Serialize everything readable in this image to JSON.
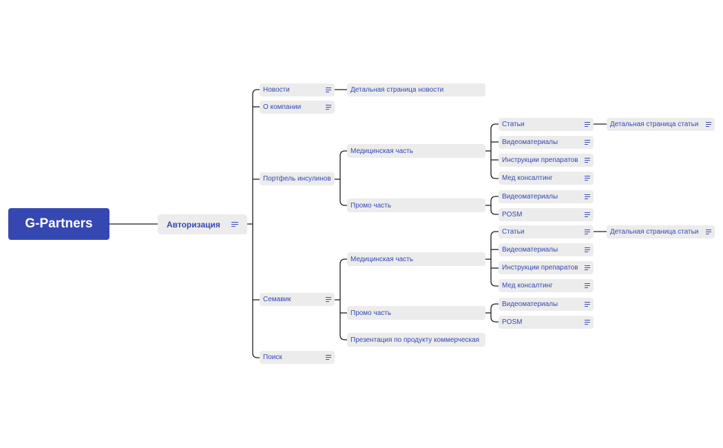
{
  "root": {
    "label": "G-Partners",
    "color": "#3548b2"
  },
  "main_topic": {
    "label": "Авторизация"
  },
  "topics": {
    "news": "Новости",
    "news_detail": "Детальная страница новости",
    "about": "О компании",
    "portfolio": "Портфель инсулинов",
    "portfolio_medical": "Медицинская часть",
    "portfolio_articles": "Статьи",
    "portfolio_article_detail": "Детальная страница статьи",
    "portfolio_videos": "Видеоматериалы",
    "portfolio_instructions": "Инструкции препаратов",
    "portfolio_consulting": "Мед консалтинг",
    "portfolio_promo": "Промо часть",
    "portfolio_promo_videos": "Видеоматериалы",
    "portfolio_posm": "POSM",
    "semavik": "Семавик",
    "semavik_medical": "Медицинская часть",
    "semavik_articles": "Статьи",
    "semavik_article_detail": "Детальная страница статьи",
    "semavik_videos": "Видеоматериалы",
    "semavik_instructions": "Инструкции препаратов",
    "semavik_consulting": "Мед консалтинг",
    "semavik_promo": "Промо часть",
    "semavik_promo_videos": "Видеоматериалы",
    "semavik_posm": "POSM",
    "semavik_presentation": "Презентация по продукту коммерческая",
    "search": "Поиск"
  },
  "note_icon": "note-lines-icon",
  "colors": {
    "accent": "#3548b2",
    "node_bg": "#ececec",
    "connector": "#1a1a1a"
  }
}
